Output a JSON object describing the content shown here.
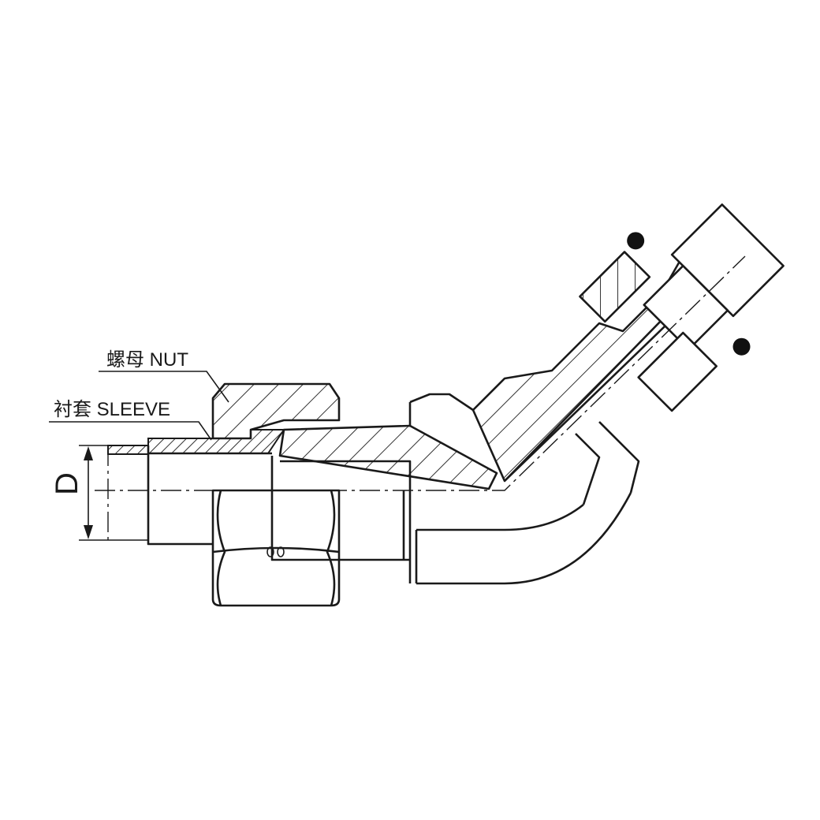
{
  "labels": {
    "nut": "螺母 NUT",
    "sleeve": "衬套 SLEEVE",
    "dimension": "D"
  },
  "colors": {
    "line": "#1a1a1a",
    "background": "#ffffff"
  }
}
